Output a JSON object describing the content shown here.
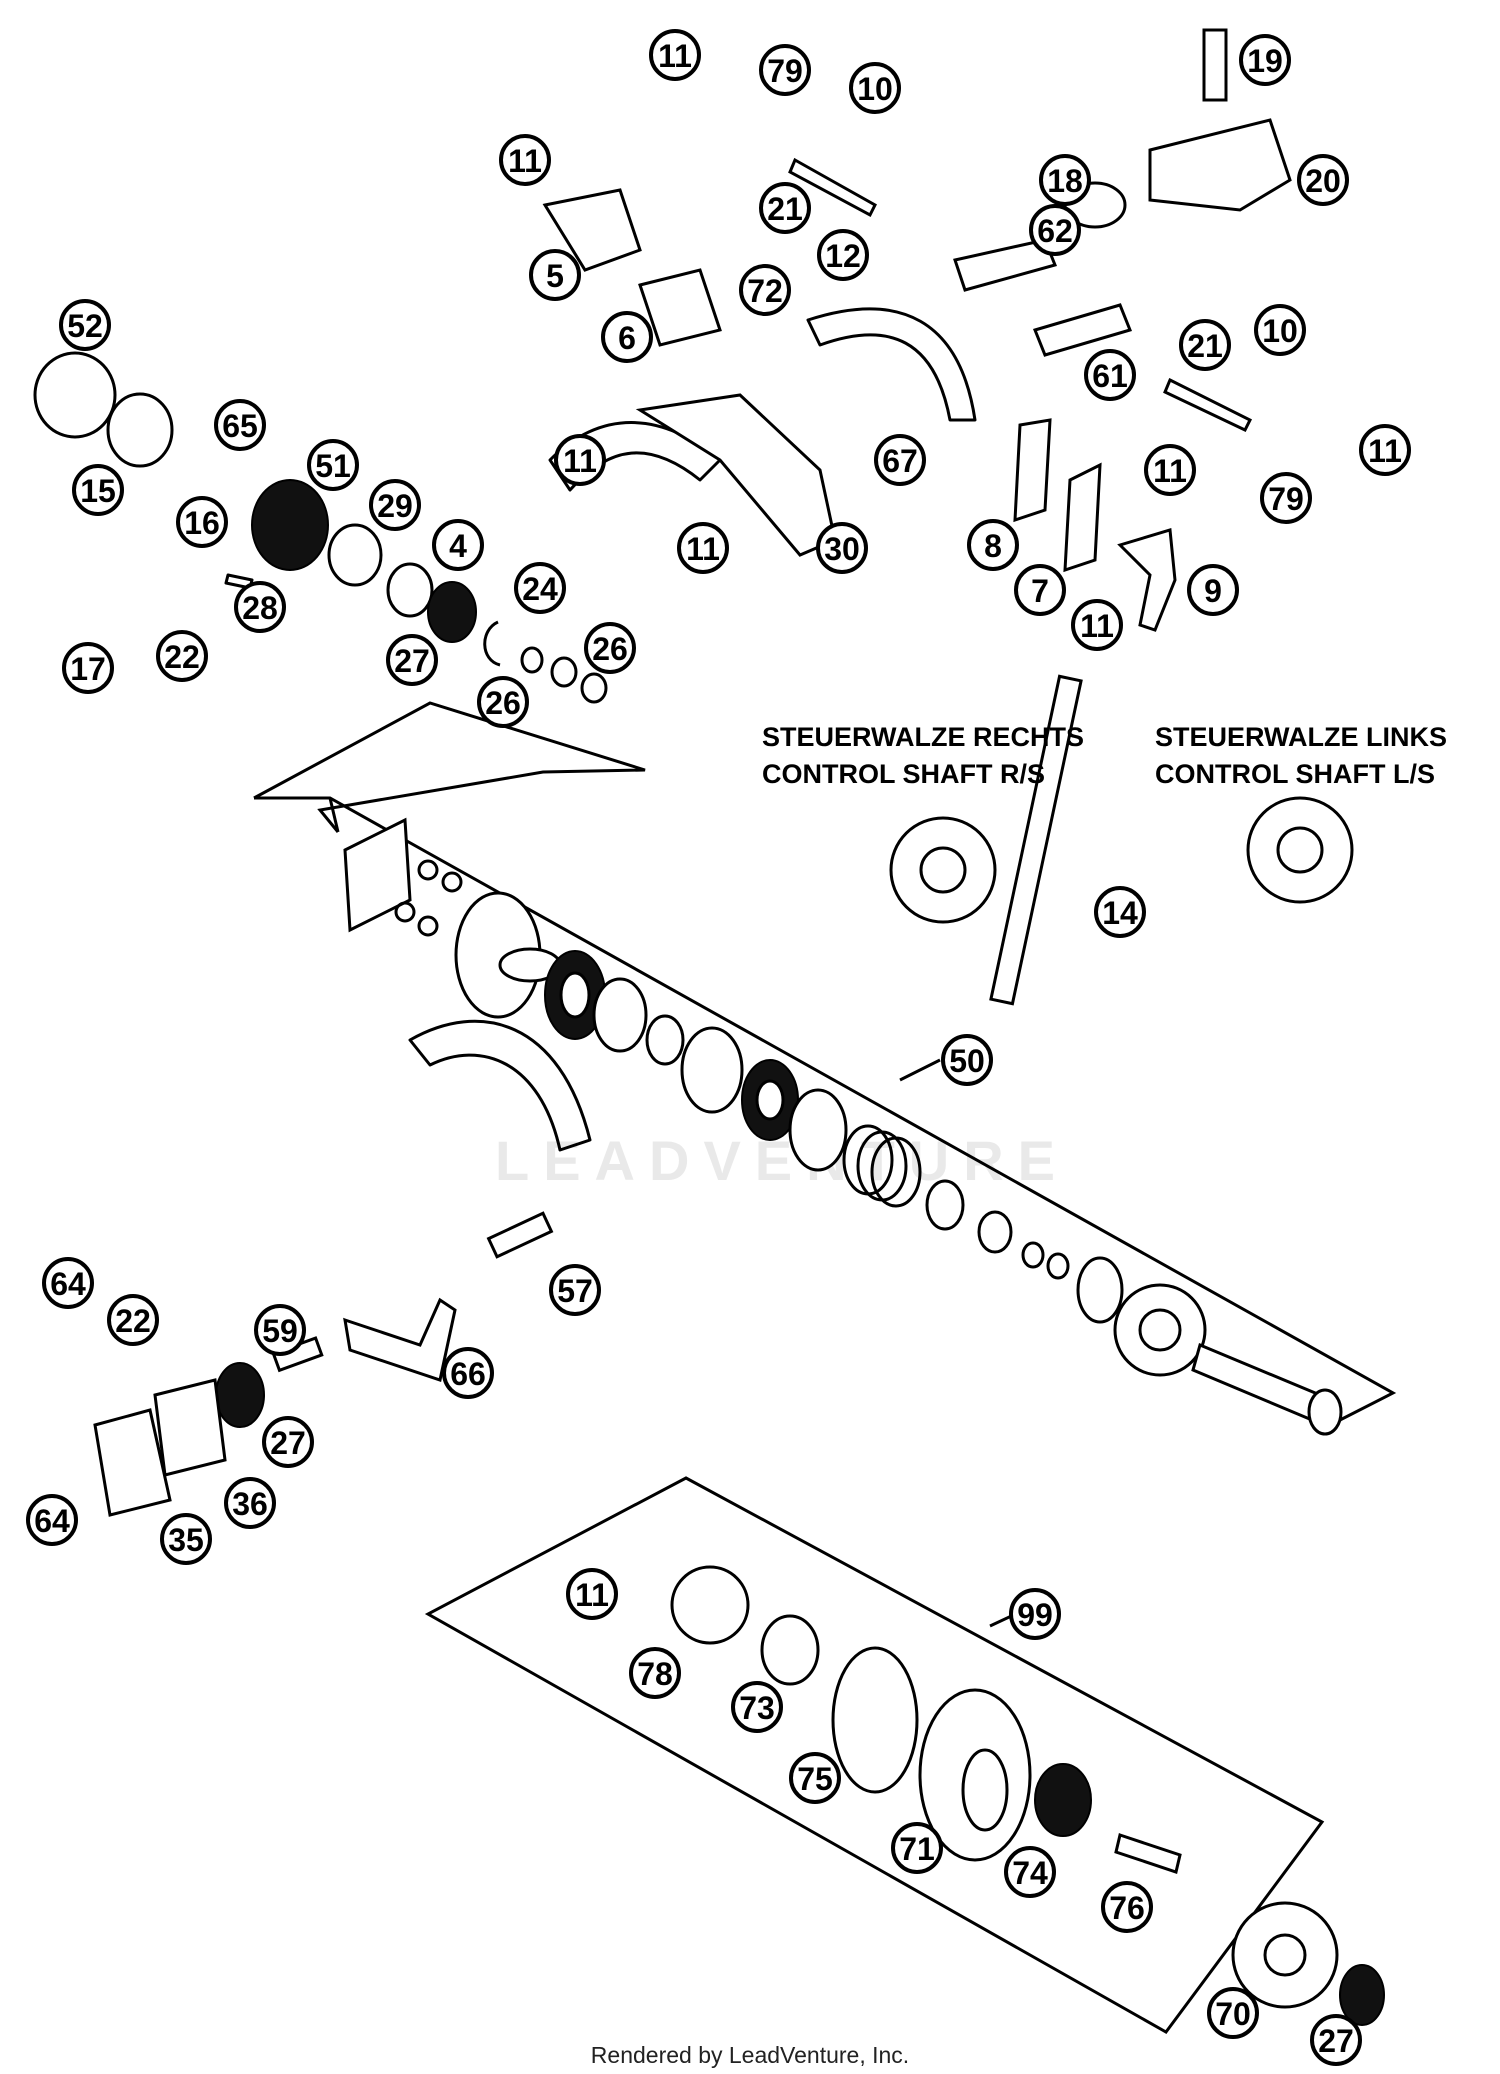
{
  "control_shaft_right": {
    "line1": "STEUERWALZE RECHTS",
    "line2": "CONTROL SHAFT R/S"
  },
  "control_shaft_left": {
    "line1": "STEUERWALZE LINKS",
    "line2": "CONTROL SHAFT L/S"
  },
  "watermark": "LEADVENTURE",
  "footer": "Rendered by LeadVenture, Inc.",
  "callouts": [
    "11",
    "79",
    "10",
    "19",
    "11",
    "21",
    "18",
    "20",
    "5",
    "62",
    "12",
    "72",
    "6",
    "52",
    "10",
    "61",
    "21",
    "65",
    "51",
    "11",
    "67",
    "11",
    "15",
    "16",
    "29",
    "11",
    "30",
    "4",
    "79",
    "8",
    "11",
    "28",
    "24",
    "7",
    "9",
    "17",
    "22",
    "27",
    "26",
    "11",
    "26",
    "14",
    "50",
    "64",
    "22",
    "57",
    "59",
    "66",
    "27",
    "36",
    "64",
    "35",
    "11",
    "99",
    "78",
    "73",
    "75",
    "71",
    "74",
    "76",
    "70",
    "27"
  ]
}
